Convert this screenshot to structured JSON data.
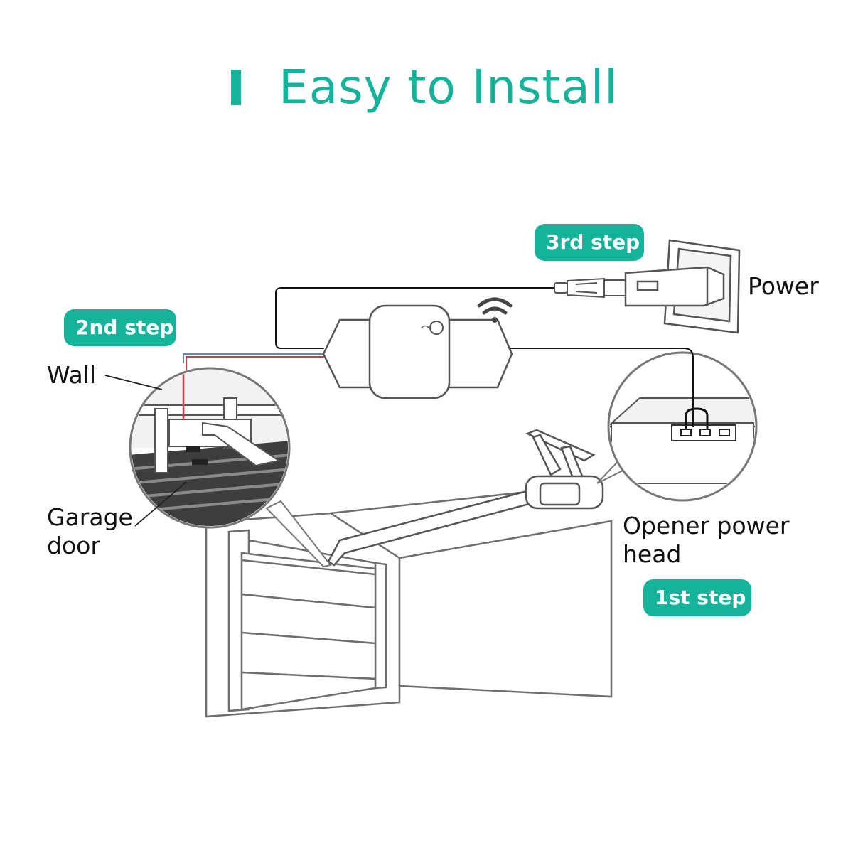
{
  "title": "Easy to Install",
  "accent_color": "#16b39b",
  "steps": {
    "first": "1st step",
    "second": "2nd step",
    "third": "3rd step"
  },
  "labels": {
    "wall": "Wall",
    "garage_door_line1": "Garage",
    "garage_door_line2": "door",
    "opener_line1": "Opener power",
    "opener_line2": "head",
    "power": "Power"
  },
  "icons": [
    "wifi-icon",
    "usb-plug-icon",
    "power-adapter-icon",
    "wall-outlet-icon",
    "smart-controller-icon",
    "door-sensor-icon",
    "garage-door-opener-icon"
  ]
}
